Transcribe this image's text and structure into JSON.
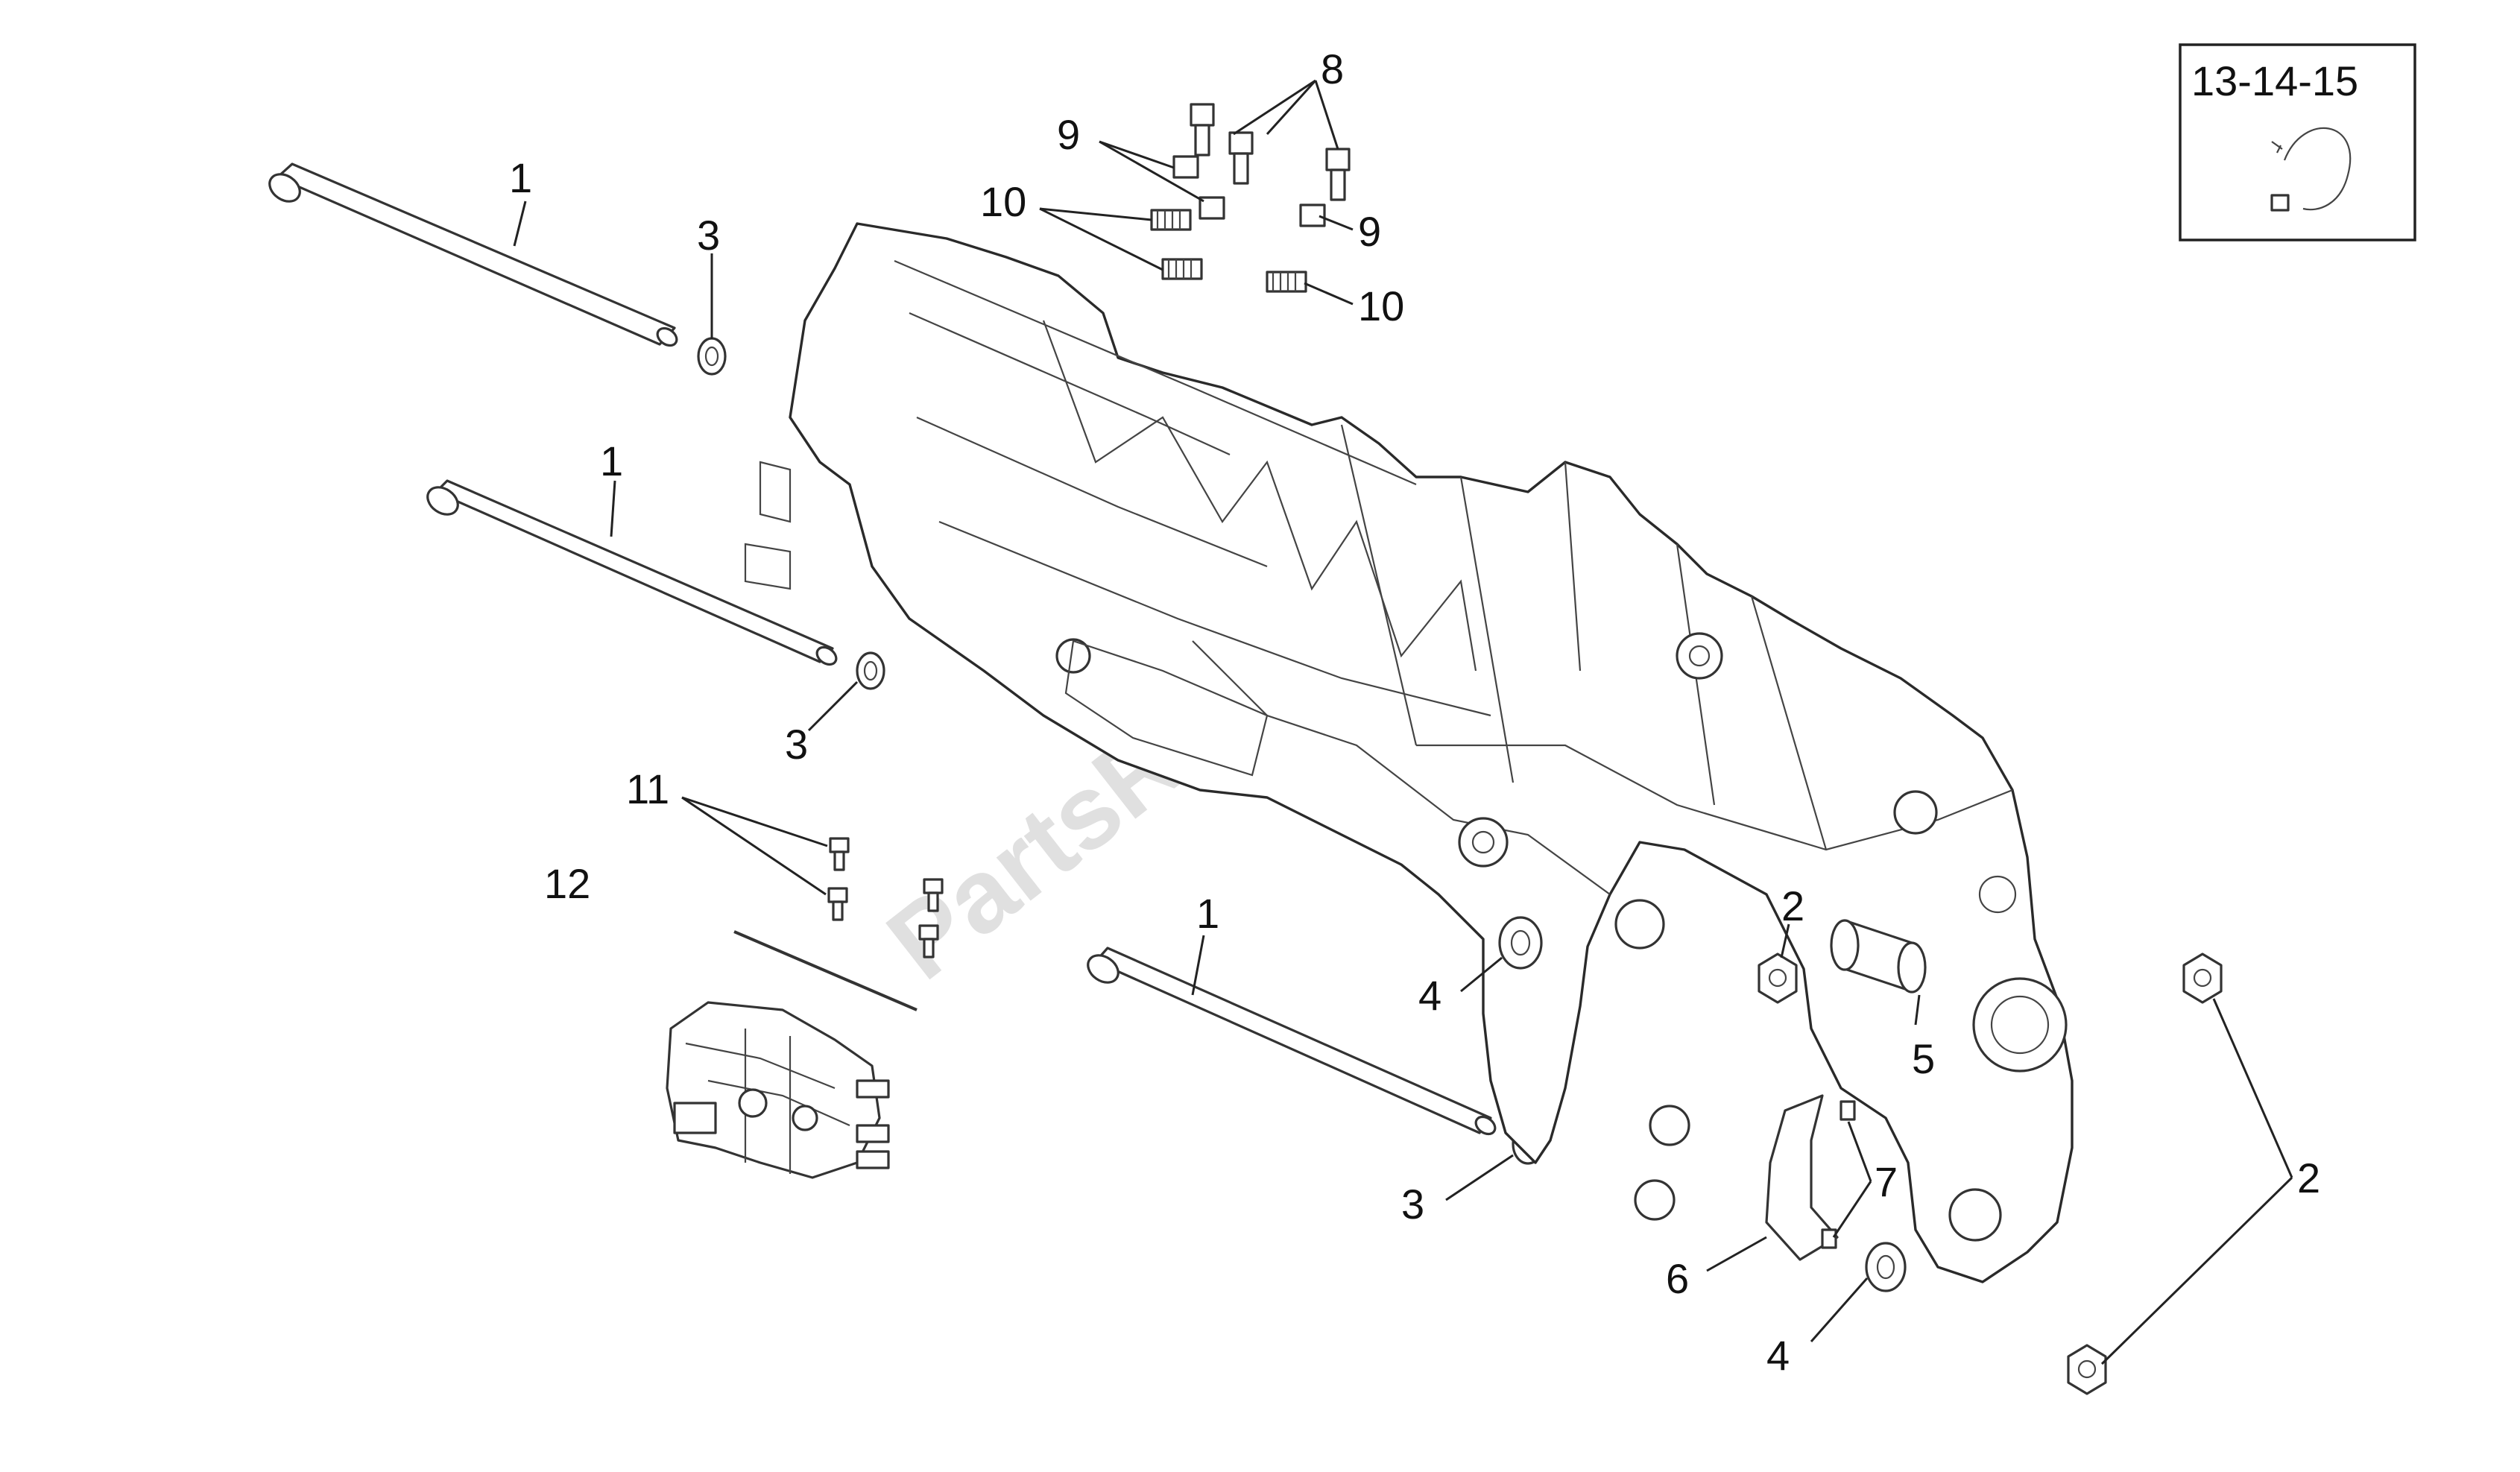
{
  "diagram": {
    "watermark": "PartsRepublik",
    "year_box": {
      "label": "13-14-15",
      "icon": "hose-clamp-icon"
    },
    "callouts": [
      "1",
      "3",
      "1",
      "3",
      "8",
      "9",
      "10",
      "9",
      "10",
      "11",
      "12",
      "1",
      "4",
      "3",
      "2",
      "5",
      "7",
      "6",
      "4",
      "2"
    ]
  }
}
